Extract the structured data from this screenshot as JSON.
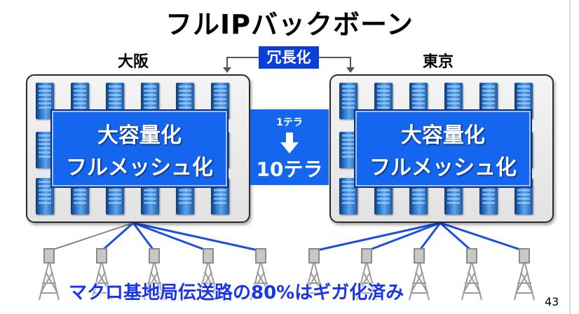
{
  "slide": {
    "title": "フルIPバックボーン",
    "sites": {
      "osaka": "大阪",
      "tokyo": "東京"
    },
    "redundancy_label": "冗長化",
    "datacenter_text": {
      "line1": "大容量化",
      "line2": "フルメッシュ化"
    },
    "capacity": {
      "before": "1テラ",
      "after": "10テラ"
    },
    "caption": "マクロ基地局伝送路の80%はギガ化済み",
    "page_number": "43"
  },
  "colors": {
    "accent_blue": "#1466ee",
    "label_blue": "#0a3fd8",
    "caption_blue": "#1a35e6",
    "link_blue": "#1a4fe0"
  },
  "icons": [
    "server-rack-icon",
    "cell-tower-icon",
    "down-arrow-icon"
  ]
}
